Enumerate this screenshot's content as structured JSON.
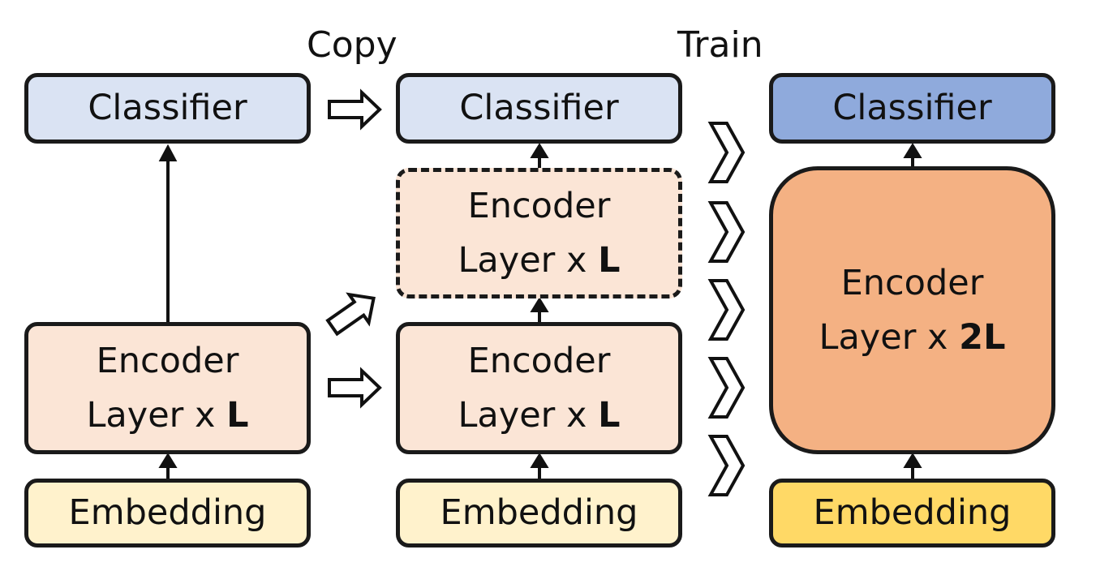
{
  "labels": {
    "copy": "Copy",
    "train": "Train"
  },
  "left": {
    "classifier": "Classifier",
    "encoder": {
      "line1": "Encoder",
      "line2": "Layer  x ",
      "mult": "L"
    },
    "embedding": "Embedding"
  },
  "middle": {
    "classifier": "Classifier",
    "encoder_copy": {
      "line1": "Encoder",
      "line2": "Layer  x ",
      "mult": "L"
    },
    "encoder": {
      "line1": "Encoder",
      "line2": "Layer  x ",
      "mult": "L"
    },
    "embedding": "Embedding"
  },
  "right": {
    "classifier": "Classifier",
    "encoder": {
      "line1": "Encoder",
      "line2": "Layer  x ",
      "mult": "2L"
    },
    "embedding": "Embedding"
  },
  "colors": {
    "classifier_light": "#dae3f3",
    "classifier_dark": "#8faadc",
    "encoder_light": "#fbe5d6",
    "encoder_dark": "#f4b183",
    "embedding_light": "#fff2cc",
    "embedding_dark": "#ffd966"
  }
}
